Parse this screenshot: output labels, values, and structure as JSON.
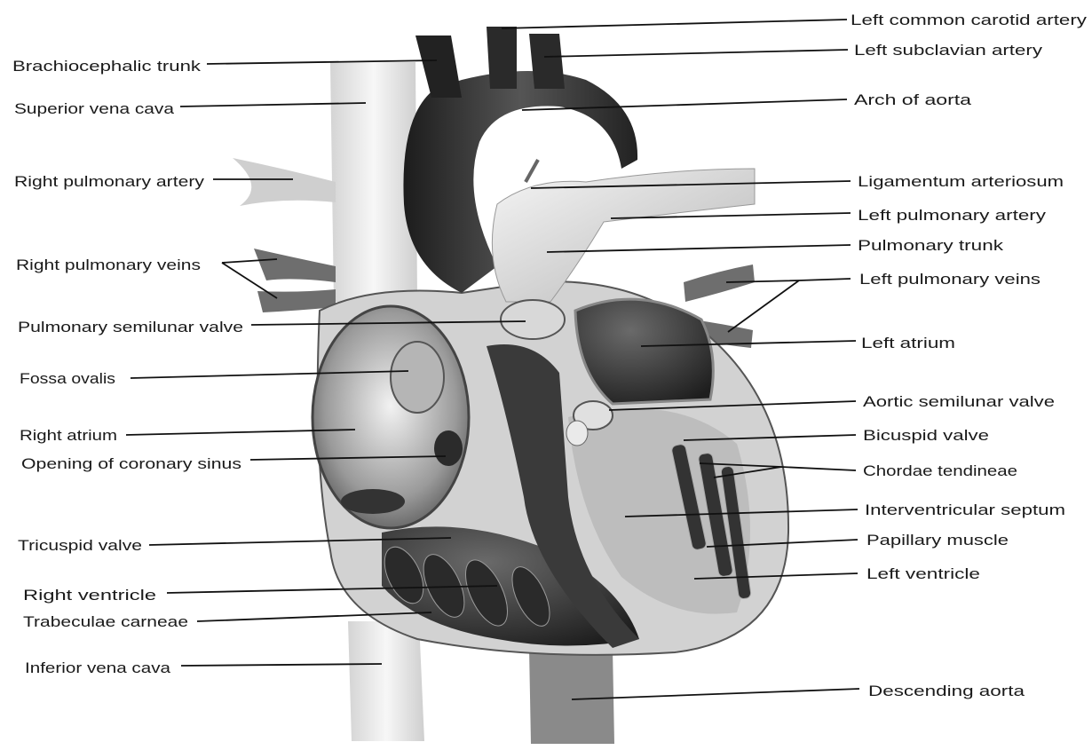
{
  "labels_left": [
    {
      "id": "brachiocephalic-trunk",
      "text": "Brachiocephalic trunk"
    },
    {
      "id": "superior-vena-cava",
      "text": "Superior vena cava"
    },
    {
      "id": "right-pulmonary-artery",
      "text": "Right pulmonary artery"
    },
    {
      "id": "right-pulmonary-veins",
      "text": "Right pulmonary veins"
    },
    {
      "id": "pulmonary-semilunar-valve",
      "text": "Pulmonary semilunar valve"
    },
    {
      "id": "fossa-ovalis",
      "text": "Fossa ovalis"
    },
    {
      "id": "right-atrium",
      "text": "Right atrium"
    },
    {
      "id": "opening-of-coronary-sinus",
      "text": "Opening of coronary sinus"
    },
    {
      "id": "tricuspid-valve",
      "text": "Tricuspid valve"
    },
    {
      "id": "right-ventricle",
      "text": "Right ventricle"
    },
    {
      "id": "trabeculae-carneae",
      "text": "Trabeculae carneae"
    },
    {
      "id": "inferior-vena-cava",
      "text": "Inferior vena cava"
    }
  ],
  "labels_right": [
    {
      "id": "left-common-carotid-artery",
      "text": "Left common carotid artery"
    },
    {
      "id": "left-subclavian-artery",
      "text": "Left subclavian artery"
    },
    {
      "id": "arch-of-aorta",
      "text": "Arch of aorta"
    },
    {
      "id": "ligamentum-arteriosum",
      "text": "Ligamentum arteriosum"
    },
    {
      "id": "left-pulmonary-artery",
      "text": "Left pulmonary artery"
    },
    {
      "id": "pulmonary-trunk",
      "text": "Pulmonary trunk"
    },
    {
      "id": "left-pulmonary-veins",
      "text": "Left pulmonary veins"
    },
    {
      "id": "left-atrium",
      "text": "Left atrium"
    },
    {
      "id": "aortic-semilunar-valve",
      "text": "Aortic semilunar valve"
    },
    {
      "id": "bicuspid-valve",
      "text": "Bicuspid valve"
    },
    {
      "id": "chordae-tendineae",
      "text": "Chordae tendineae"
    },
    {
      "id": "interventricular-septum",
      "text": "Interventricular septum"
    },
    {
      "id": "papillary-muscle",
      "text": "Papillary muscle"
    },
    {
      "id": "left-ventricle",
      "text": "Left ventricle"
    },
    {
      "id": "descending-aorta",
      "text": "Descending aorta"
    }
  ]
}
